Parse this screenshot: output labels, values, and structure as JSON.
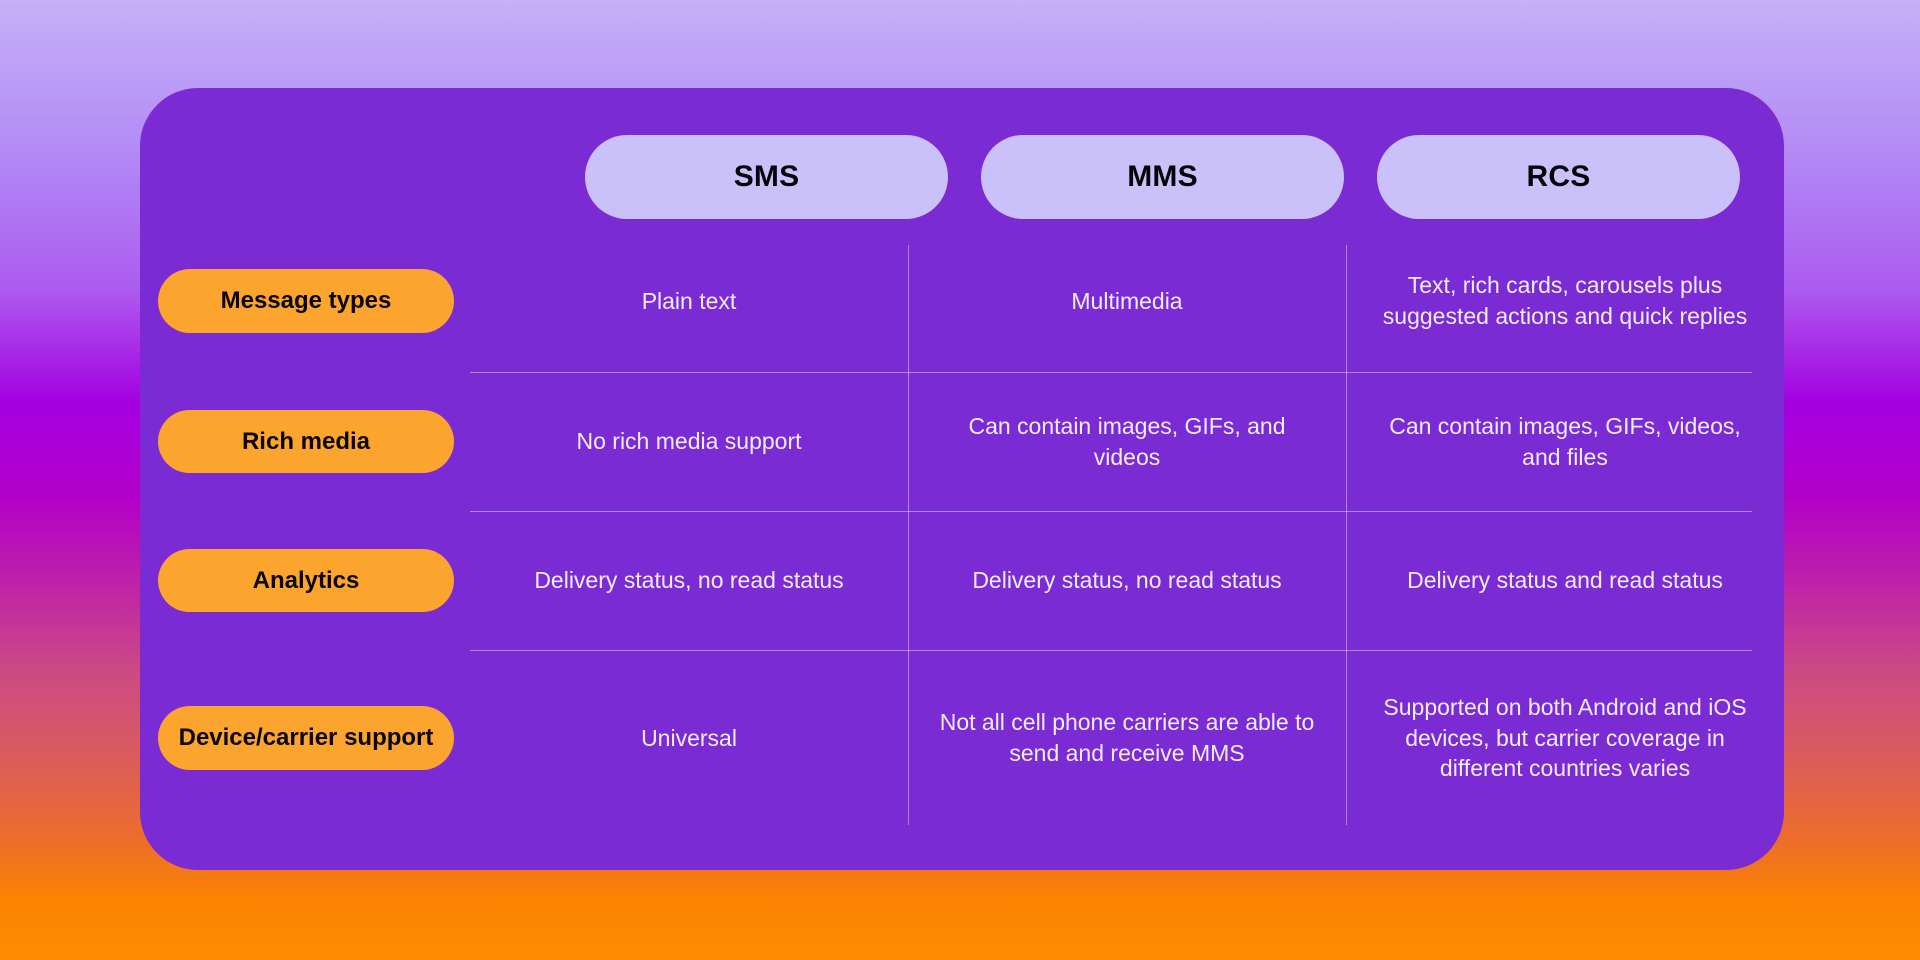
{
  "theme": {
    "card_bg": "#7b2bd4",
    "header_pill_bg": "#cbc1fa",
    "label_pill_bg": "#fca52e",
    "cell_text": "#f3ecfd",
    "divider": "#ded0fc",
    "bg_top": "#c6b0f7",
    "bg_mid": "#a300e0",
    "bg_bottom": "#ff8c00"
  },
  "table": {
    "columns": [
      {
        "label": "SMS"
      },
      {
        "label": "MMS"
      },
      {
        "label": "RCS"
      }
    ],
    "rows": [
      {
        "label": "Message types",
        "cells": [
          "Plain text",
          "Multimedia",
          "Text, rich cards, carousels plus suggested actions and quick replies"
        ]
      },
      {
        "label": "Rich media",
        "cells": [
          "No rich media support",
          "Can contain images, GIFs, and videos",
          "Can contain images, GIFs, videos, and files"
        ]
      },
      {
        "label": "Analytics",
        "cells": [
          "Delivery status, no read status",
          "Delivery status, no read status",
          "Delivery status and read status"
        ]
      },
      {
        "label": "Device/carrier support",
        "cells": [
          "Universal",
          "Not all cell phone carriers are able to send and receive MMS",
          "Supported on both Android and iOS devices, but carrier coverage in different countries varies"
        ]
      }
    ]
  }
}
